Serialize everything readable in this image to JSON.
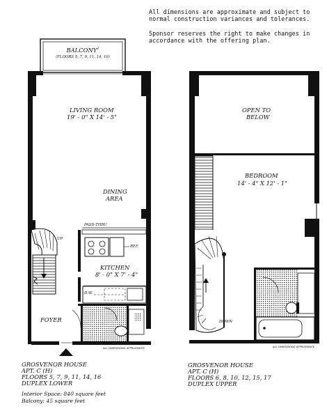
{
  "notes": {
    "line1": "All dimensions are approximate and subject to",
    "line2": "normal construction variances and tolerances.",
    "line3": "Sponsor reserves the right to make changes in",
    "line4": "accordance with the offering plan."
  },
  "lower_plan": {
    "balcony_label": "BALCONY",
    "balcony_floors": "(FLOORS 5, 7, 9, 11, 14, 16)",
    "living_room": "LIVING ROOM",
    "living_room_dim": "19' - 0\" X 14' - 5\"",
    "dining": "DINING",
    "area": "AREA",
    "pass_thru": "PASS-THRU",
    "up": "UP",
    "ref": "REF.",
    "kitchen": "KITCHEN",
    "kitchen_dim": "8' - 0\" X 7' - 4\"",
    "dw": "D.W.",
    "foyer": "FOYER",
    "dimension_note": "ALL DIMENSIONS APPROXIMATE"
  },
  "upper_plan": {
    "open_to": "OPEN TO",
    "below": "BELOW",
    "bedroom": "BEDROOM",
    "bedroom_dim": "14' - 4\" X 12' - 1\"",
    "down": "DOWN",
    "dimension_note": "ALL DIMENSIONS APPROXIMATE"
  },
  "lower_info": {
    "building": "GROSVENOR HOUSE",
    "apt": "APT. C (H)",
    "floors": "FLOORS 5, 7, 9, 11, 14, 16",
    "type": "DUPLEX LOWER",
    "interior": "Interior Space: 840 square feet",
    "balcony": "Balcony: 45 square feet"
  },
  "upper_info": {
    "building": "GROSVENOR HOUSE",
    "apt": "APT. C (H)",
    "floors": "FLOORS 6, 8, 10, 12, 15, 17",
    "type": "DUPLEX UPPER"
  }
}
